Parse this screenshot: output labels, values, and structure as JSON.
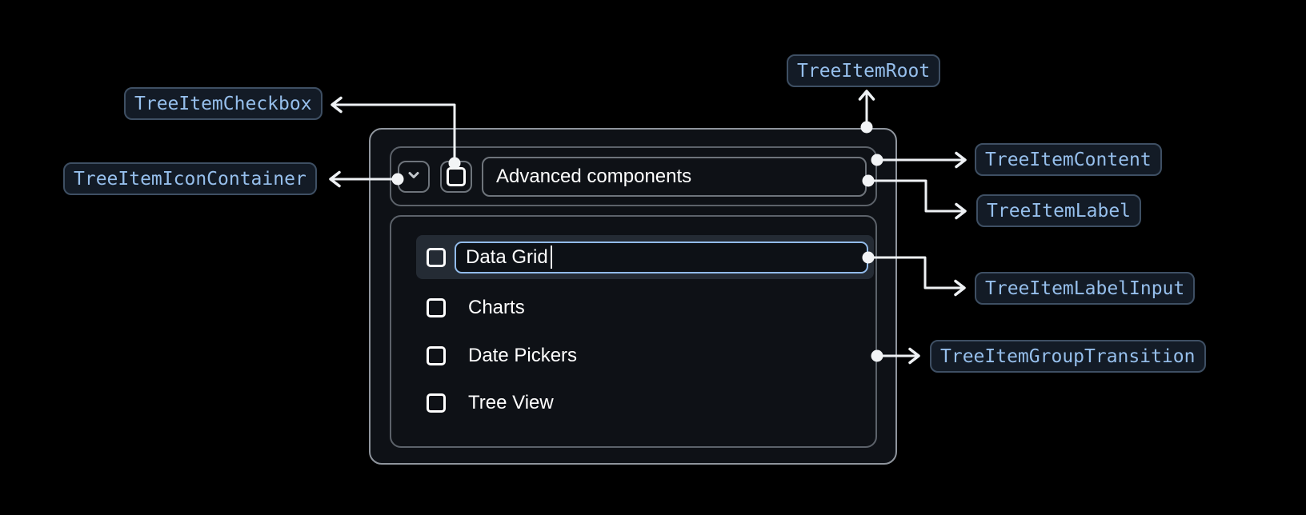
{
  "badges": {
    "root": "TreeItemRoot",
    "checkbox": "TreeItemCheckbox",
    "icon_container": "TreeItemIconContainer",
    "content": "TreeItemContent",
    "label": "TreeItemLabel",
    "label_input": "TreeItemLabelInput",
    "group_transition": "TreeItemGroupTransition"
  },
  "tree": {
    "parent": {
      "label": "Advanced components",
      "expanded": true,
      "checked": false
    },
    "editing_item": {
      "value": "Data Grid",
      "state": "editing",
      "checked": false
    },
    "items": [
      {
        "label": "Charts",
        "checked": false
      },
      {
        "label": "Date Pickers",
        "checked": false
      },
      {
        "label": "Tree View",
        "checked": false
      }
    ]
  },
  "icons": {
    "expand": "chevron-down",
    "checkbox": "square-outline-unchecked",
    "text_cursor": "caret"
  },
  "colors": {
    "page_bg": "#000000",
    "surface_bg": "#0e1116",
    "root_border": "#8f959d",
    "inner_border": "#5c626a",
    "control_border": "#6e747b",
    "row_highlight_bg": "#242b34",
    "input_border": "#92bbea",
    "input_bg": "#0d1116",
    "badge_bg": "#131b26",
    "badge_border": "#3e4f63",
    "badge_text": "#96bfec",
    "connector": "#eef1f4",
    "text": "#ffffff",
    "icon": "#c3c7cc"
  }
}
